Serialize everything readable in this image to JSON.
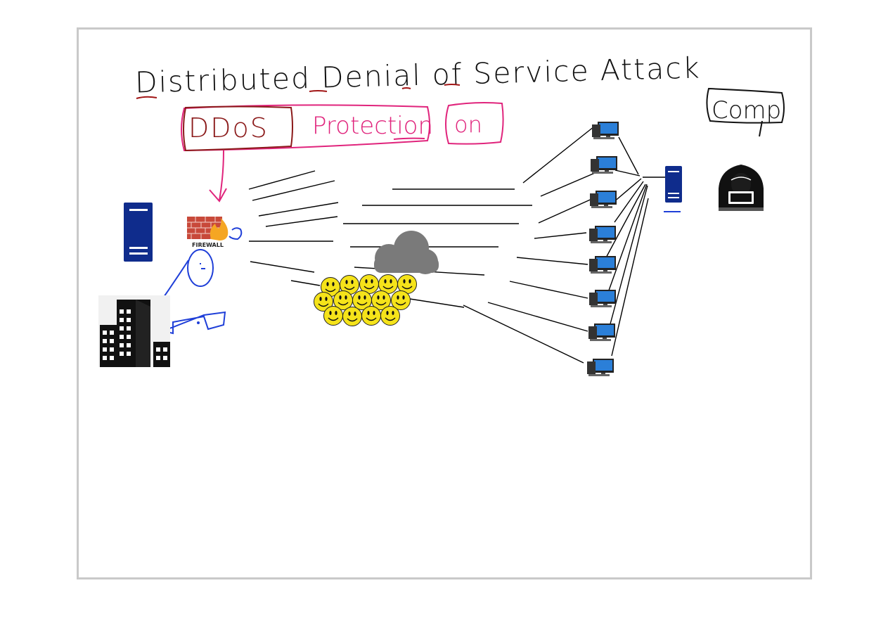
{
  "title": {
    "text": "Distributed Denial of Service Attack",
    "ink_color": "#111111",
    "underline_color": "#a11515"
  },
  "annotation": {
    "ddos_text": "DDoS",
    "ddos_color": "#8b1a1a",
    "protection_text": "Protection",
    "on_text": "on",
    "note_color": "#e0247c"
  },
  "comp_label": {
    "text": "Comp",
    "ink_color": "#111111"
  },
  "firewall": {
    "label": "FIREWALL",
    "brick_color": "#c8493a",
    "flame_color": "#f5a623"
  },
  "colors": {
    "server": "#0f2c8c",
    "cloud": "#7a7a7a",
    "smiley": "#f5e31a",
    "blue_ink": "#1f3fd8",
    "monitor": "#2b7fd8",
    "wire": "#000000"
  },
  "icons": {
    "left_server": "server-icon",
    "right_server": "server-icon",
    "firewall": "firewall-icon",
    "cloud": "cloud-icon",
    "building": "building-icon",
    "hacker": "hacker-icon",
    "computer": "computer-icon",
    "smiley": "smiley-icon"
  },
  "bot_count": 8,
  "crowd_count": 14
}
